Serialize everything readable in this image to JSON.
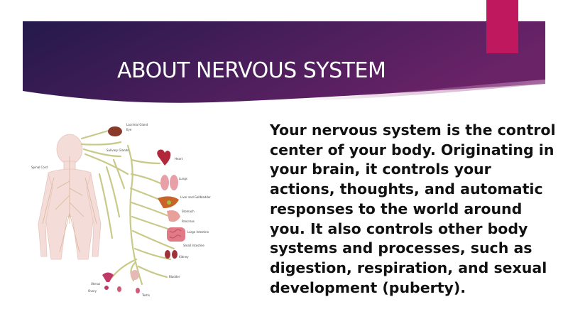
{
  "slide": {
    "title": "ABOUT NERVOUS SYSTEM",
    "body_lines": [
      "Your nervous system is the control",
      "center of your body. Originating in",
      "your brain, it controls your",
      "actions, thoughts, and automatic",
      "responses to the world around",
      "you. It also controls other body",
      "systems and processes, such as",
      "digestion, respiration, and sexual",
      "development (puberty)."
    ]
  },
  "diagram": {
    "labels": [
      "Lacrimal Gland",
      "Eye",
      "Salivary Glands",
      "Heart",
      "Lungs",
      "Liver and Gallbladder",
      "Stomach",
      "Pancreas",
      "Large Intestine",
      "Small Intestine",
      "Kidney",
      "Bladder",
      "Uterus",
      "Testis",
      "Ovary",
      "Spinal Cord"
    ],
    "icon_names": [
      "brain-icon",
      "heart-icon",
      "lungs-icon",
      "liver-icon",
      "stomach-icon",
      "intestine-icon",
      "bladder-icon",
      "uterus-icon"
    ]
  },
  "colors": {
    "banner_dark": "#2a1a4e",
    "banner_mid": "#4a1f5e",
    "banner_light": "#7a2a6a",
    "accent": "#c0185f",
    "text": "#111111",
    "nerve": "#c9c98a"
  }
}
